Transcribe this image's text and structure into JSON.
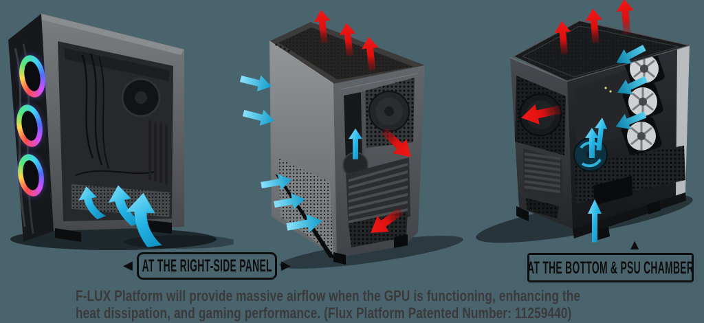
{
  "colors": {
    "background": "#4a646e",
    "intake_arrow": "#25b5e6",
    "intake_arrow_deep": "#0e7fa6",
    "exhaust_arrow": "#dd1010",
    "label_border": "#0e0e0e",
    "label_text": "#0d0d0d",
    "caption_text": "#3a3a3a"
  },
  "icons": {
    "left_pointer": "◀",
    "right_pointer": "▶",
    "up_pointer": "▲"
  },
  "labels": {
    "right_side_panel": "AT THE RIGHT-SIDE PANEL",
    "bottom_psu": "AT THE BOTTOM & PSU CHAMBER"
  },
  "caption": {
    "line1": "F-LUX Platform will provide massive airflow when the GPU is functioning, enhancing the",
    "line2": "heat dissipation, and gaming performance. (Flux Platform Patented Number: 11259440)"
  }
}
